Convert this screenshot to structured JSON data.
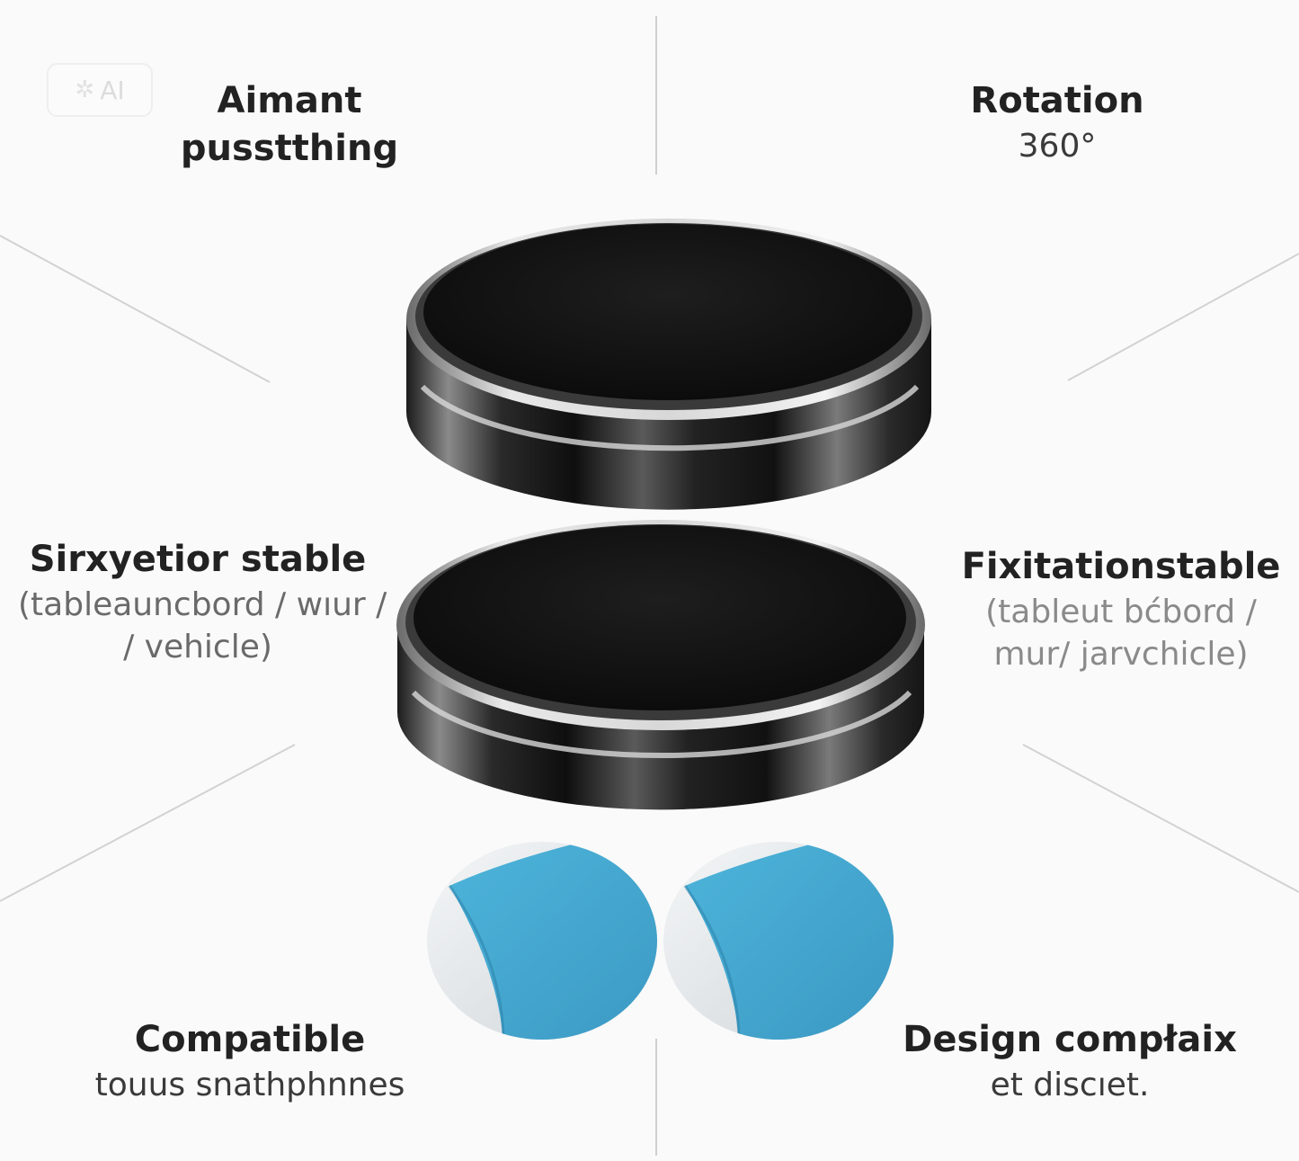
{
  "badge": {
    "icon": "sparkle-icon",
    "text": "AI"
  },
  "features": {
    "top_left": {
      "title": "Aimant",
      "line2": "pusstthing"
    },
    "top_right": {
      "title": "Rotation",
      "line2": "360°"
    },
    "middle_left": {
      "title": "Sirxyetior stable",
      "line2": "(tableauncbord / wıur /",
      "line3": "/ vehicle)"
    },
    "middle_right": {
      "title": "Fixitationstable",
      "line2": "(tableut bćbord /",
      "line3": "mur/ jarvchicle)"
    },
    "bottom_left": {
      "title": "Compatible",
      "line2": "touus snathphnnes"
    },
    "bottom_right": {
      "title": "Design compłaix",
      "line2": "et discıet."
    }
  },
  "colors": {
    "background": "#fafafa",
    "magnet_top": "#151515",
    "metal_ring": "#cfcfcf",
    "sticker_blue": "#3fa6cf",
    "sticker_white": "#e8ecef"
  },
  "product": {
    "items": [
      "magnet-disc",
      "magnet-disc",
      "adhesive-sticker",
      "adhesive-sticker"
    ]
  }
}
